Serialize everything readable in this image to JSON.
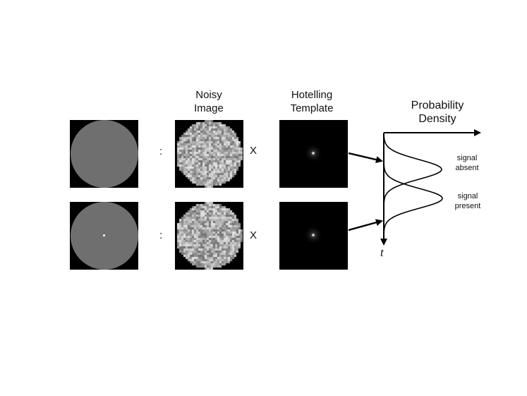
{
  "columns": {
    "noisy_image": [
      "Noisy",
      "Image"
    ],
    "hotelling_template": [
      "Hotelling",
      "Template"
    ]
  },
  "operators": {
    "row1_colon": ":",
    "row1_times": "X",
    "row2_colon": ":",
    "row2_times": "X"
  },
  "density_panel": {
    "title": [
      "Probability",
      "Density"
    ],
    "curve_labels": {
      "signal_absent": [
        "signal",
        "absent"
      ],
      "signal_present": [
        "signal",
        "present"
      ]
    },
    "axis_label": "t"
  },
  "rows": [
    {
      "name": "signal-absent-row",
      "has_signal_dot": false
    },
    {
      "name": "signal-present-row",
      "has_signal_dot": true
    }
  ],
  "colors": {
    "background": "#ffffff",
    "tile_background": "#000000",
    "disk_gray": "#6f6f6f",
    "line": "#000000"
  }
}
